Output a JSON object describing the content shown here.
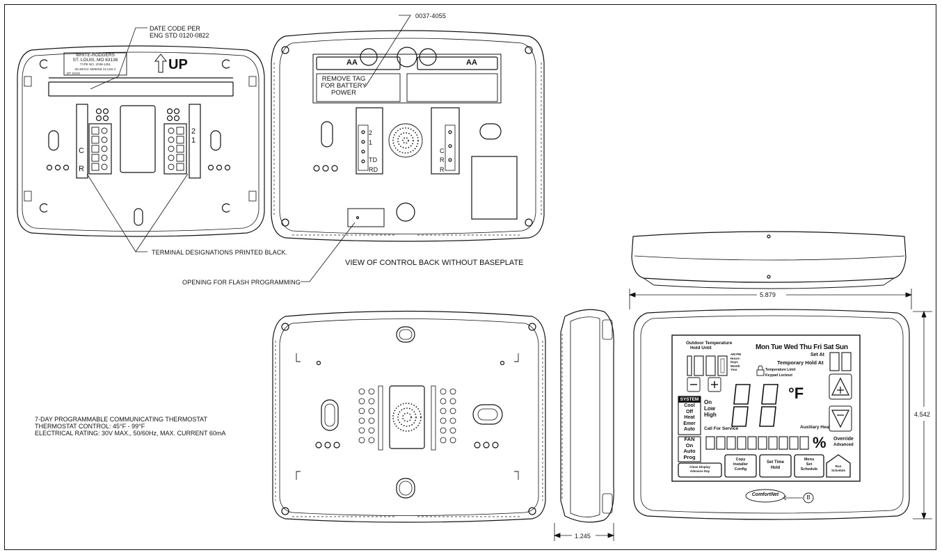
{
  "callouts": {
    "date_code": "DATE CODE PER\nENG STD 0120-0822",
    "part_number": "0037-4055",
    "terminal_note": "TERMINAL DESIGNATIONS PRINTED BLACK.",
    "flash_opening": "OPENING FOR FLASH PROGRAMMING",
    "control_back_view": "VIEW OF CONTROL BACK WITHOUT BASEPLATE",
    "remove_tag": "REMOVE TAG\nFOR BATTERY\nPOWER",
    "up_mark": "UP"
  },
  "rating_label": {
    "lines": [
      "WHITE-RODGERS",
      "ST. LOUIS, MO 63136",
      "TYPE NO. 1F99-1291",
      "20-30VAC 50/60HZ  CLASS 2",
      "DT  XXXX"
    ]
  },
  "battery_labels": [
    "AA",
    "AA"
  ],
  "baseplate_terminals": {
    "left": [
      "C",
      "R"
    ],
    "right": [
      "2",
      "1"
    ]
  },
  "control_terminals": {
    "left": [
      "2",
      "1",
      "TD",
      "RD"
    ],
    "right": [
      "C",
      "R",
      "R"
    ]
  },
  "dimensions": {
    "width": "5.879",
    "height": "4.542",
    "depth": "1.245"
  },
  "spec_notes": [
    "7-DAY PROGRAMMABLE COMMUNICATING THERMOSTAT",
    "THERMOSTAT CONTROL: 45°F - 99°F",
    "ELECTRICAL RATING: 30V MAX., 50/60Hz, MAX. CURRENT 60mA"
  ],
  "display": {
    "outdoor_temp": "Outdoor Temperature",
    "hold_until": "Hold Until",
    "days": "Mon Tue Wed Thu Fri Sat Sun",
    "set_at": "Set At",
    "temp_hold_at": "Temporary Hold At",
    "temp_limit": "Temperature Limit",
    "keypad_lockout": "Keypad Lockout",
    "ampm": "AM PM",
    "time_units": [
      "Hours",
      "Days",
      "Month",
      "Year"
    ],
    "system_label": "SYSTEM",
    "system_modes": [
      "Cool",
      "Off",
      "Heat",
      "Emer",
      "Auto"
    ],
    "fan_speeds": [
      "On",
      "Low",
      "High"
    ],
    "call_for_service": "Call For Service",
    "aux_heat": "Auxiliary Heat",
    "fan_label": "FAN",
    "fan_modes": [
      "On",
      "Auto",
      "Prog"
    ],
    "override": "Override",
    "advanced": "Advanced",
    "percent": "%",
    "degree_unit": "°F",
    "buttons": [
      {
        "line1": "Clean Display",
        "line2": "Advance Day"
      },
      {
        "line1": "Copy",
        "line2": "Installer",
        "line3": "Config"
      },
      {
        "line1": "Set Time",
        "line2": "Hold"
      },
      {
        "line1": "Menu",
        "line2": "Set",
        "line3": "Schedule"
      },
      {
        "line1": "Run",
        "line2": "Schedule"
      }
    ],
    "brand": "ComfortNet",
    "callout_letter": "B"
  }
}
